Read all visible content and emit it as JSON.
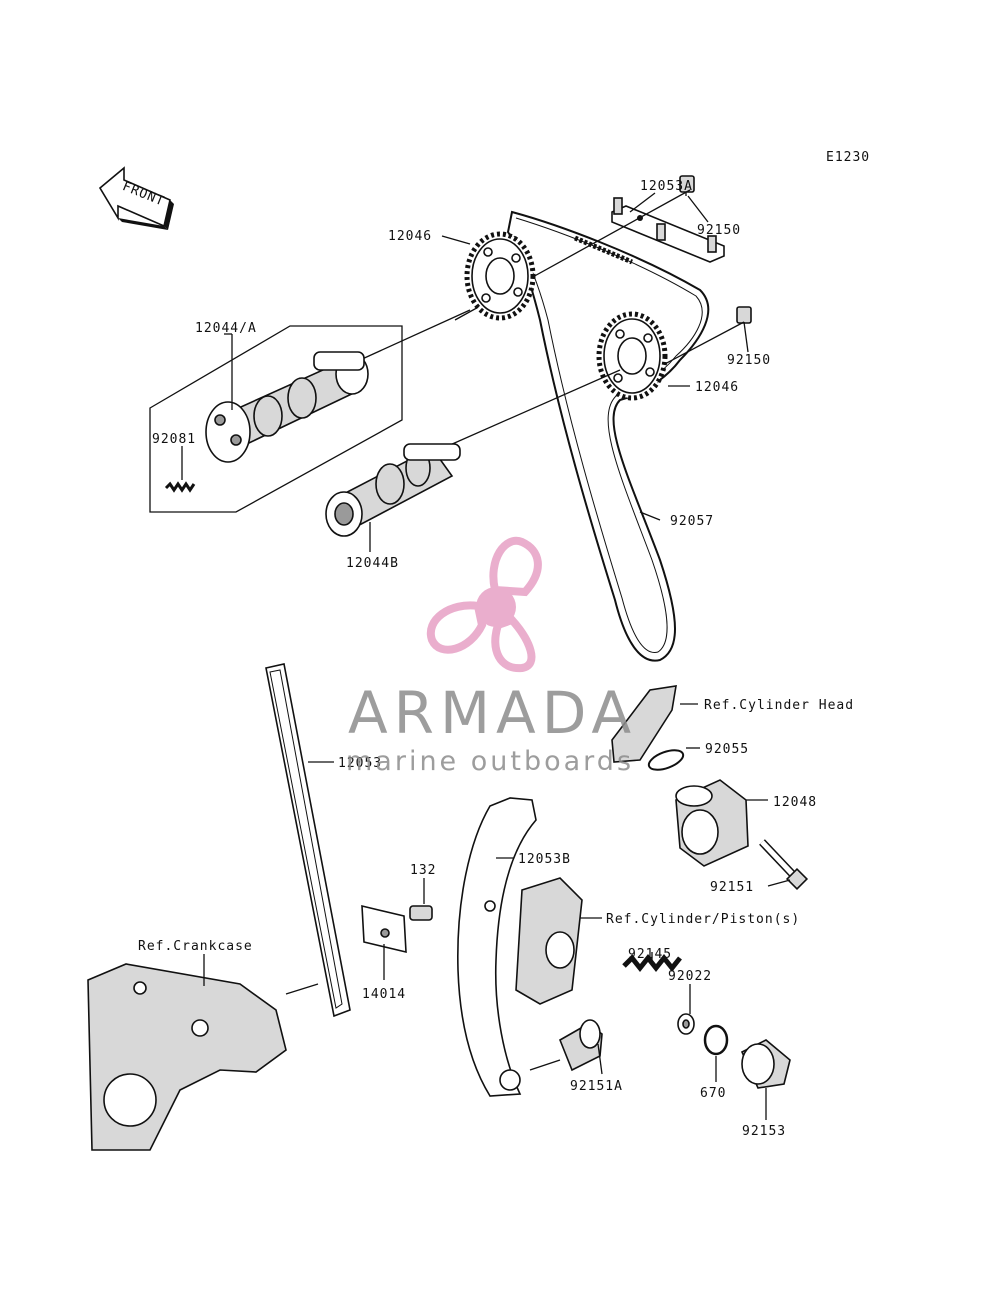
{
  "diagram": {
    "code": "E1230",
    "front_label": "FRONT",
    "parts": [
      {
        "key": "p12053A",
        "label": "12053A"
      },
      {
        "key": "p92150a",
        "label": "92150"
      },
      {
        "key": "p12046a",
        "label": "12046"
      },
      {
        "key": "p12044A",
        "label": "12044/A"
      },
      {
        "key": "p92150b",
        "label": "92150"
      },
      {
        "key": "p12046b",
        "label": "12046"
      },
      {
        "key": "p92081",
        "label": "92081"
      },
      {
        "key": "p92057",
        "label": "92057"
      },
      {
        "key": "p12044B",
        "label": "12044B"
      },
      {
        "key": "pRefHead",
        "label": "Ref.Cylinder Head"
      },
      {
        "key": "p92055",
        "label": "92055"
      },
      {
        "key": "p12053",
        "label": "12053"
      },
      {
        "key": "p12048",
        "label": "12048"
      },
      {
        "key": "p12053B",
        "label": "12053B"
      },
      {
        "key": "p92151",
        "label": "92151"
      },
      {
        "key": "p132",
        "label": "132"
      },
      {
        "key": "pRefPiston",
        "label": "Ref.Cylinder/Piston(s)"
      },
      {
        "key": "pRefCrank",
        "label": "Ref.Crankcase"
      },
      {
        "key": "p92145",
        "label": "92145"
      },
      {
        "key": "p92022",
        "label": "92022"
      },
      {
        "key": "p14014",
        "label": "14014"
      },
      {
        "key": "p92151A",
        "label": "92151A"
      },
      {
        "key": "p670",
        "label": "670"
      },
      {
        "key": "p92153",
        "label": "92153"
      }
    ]
  },
  "watermark": {
    "brand": "ARMADA",
    "tagline": "marine outboards",
    "logo_color": "#e8a6c8"
  }
}
